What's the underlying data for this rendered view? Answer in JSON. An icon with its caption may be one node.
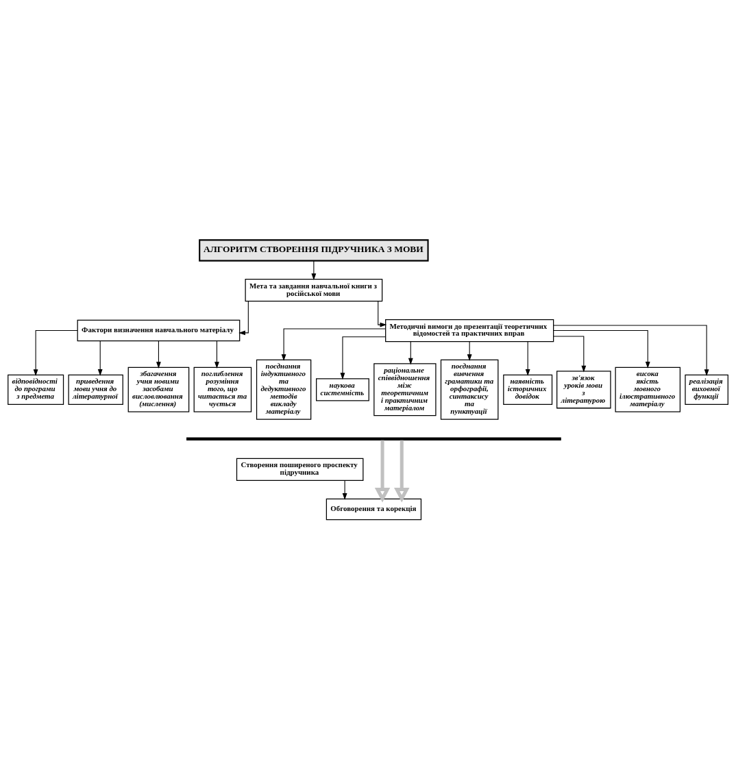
{
  "diagram": {
    "nodes": [
      {
        "text": [
          "АЛГОРИТМ СТВОРЕННЯ ПІДРУЧНИКА З МОВИ"
        ]
      },
      {
        "text": [
          "Мета та завдання навчальної книги з російської мови"
        ]
      },
      {
        "text": [
          "Фактори визначення навчального матеріалу"
        ]
      },
      {
        "text": [
          "Методичні вимоги до презентації теоретичних відомостей та практичних вправ"
        ]
      },
      {
        "text": [
          "відповідності до програми з предмета"
        ]
      },
      {
        "text": [
          "приведення мови учня до літературної"
        ]
      },
      {
        "text": [
          "збагачення учня новими засобами висловлювання (мислення)"
        ]
      },
      {
        "text": [
          "поглиблення розуміння того, що читається та чується"
        ]
      },
      {
        "text": [
          "поєднання індуктивного та дедуктивного методів викладу матеріалу"
        ]
      },
      {
        "text": [
          "наукова системність"
        ]
      },
      {
        "text": [
          "раціональне співвідношення між теоретичним і практичним матеріалом"
        ]
      },
      {
        "text": [
          "поєднання вивчення граматики та орфографії, синтаксису та пунктуації"
        ]
      },
      {
        "text": [
          "наявність історичних довідок"
        ]
      },
      {
        "text": [
          "зв'язок уроків мови з літературою"
        ]
      },
      {
        "text": [
          "висока якість мовного ілюстративного матеріалу"
        ]
      },
      {
        "text": [
          "реалізація виховної функції"
        ]
      },
      {
        "text": [],
        "shape": "bar"
      },
      {
        "text": [
          "Створення поширеного проспекту підручника"
        ]
      },
      {
        "text": [
          "Обговорення та корекція"
        ]
      }
    ],
    "edges": [
      {
        "from": 0,
        "to": 1,
        "arrow": "to"
      },
      {
        "from": 1,
        "to": 2,
        "arrow": "to"
      },
      {
        "from": 1,
        "to": 3,
        "arrow": "to"
      },
      {
        "from": 2,
        "to": 4,
        "arrow": "to"
      },
      {
        "from": 2,
        "to": 5,
        "arrow": "to"
      },
      {
        "from": 2,
        "to": 6,
        "arrow": "to"
      },
      {
        "from": 2,
        "to": 7,
        "arrow": "to"
      },
      {
        "from": 3,
        "to": 8,
        "arrow": "to"
      },
      {
        "from": 3,
        "to": 9,
        "arrow": "to"
      },
      {
        "from": 3,
        "to": 10,
        "arrow": "to"
      },
      {
        "from": 3,
        "to": 11,
        "arrow": "to"
      },
      {
        "from": 3,
        "to": 12,
        "arrow": "to"
      },
      {
        "from": 3,
        "to": 13,
        "arrow": "to"
      },
      {
        "from": 3,
        "to": 14,
        "arrow": "to"
      },
      {
        "from": 3,
        "to": 15,
        "arrow": "to"
      },
      {
        "from": 16,
        "to": 18,
        "arrow": "to",
        "style": "thick",
        "color": "#c0c0c0"
      },
      {
        "from": 16,
        "to": 18,
        "arrow": "to",
        "style": "thick",
        "color": "#c0c0c0"
      },
      {
        "from": 17,
        "to": 18,
        "arrow": "to"
      }
    ]
  }
}
